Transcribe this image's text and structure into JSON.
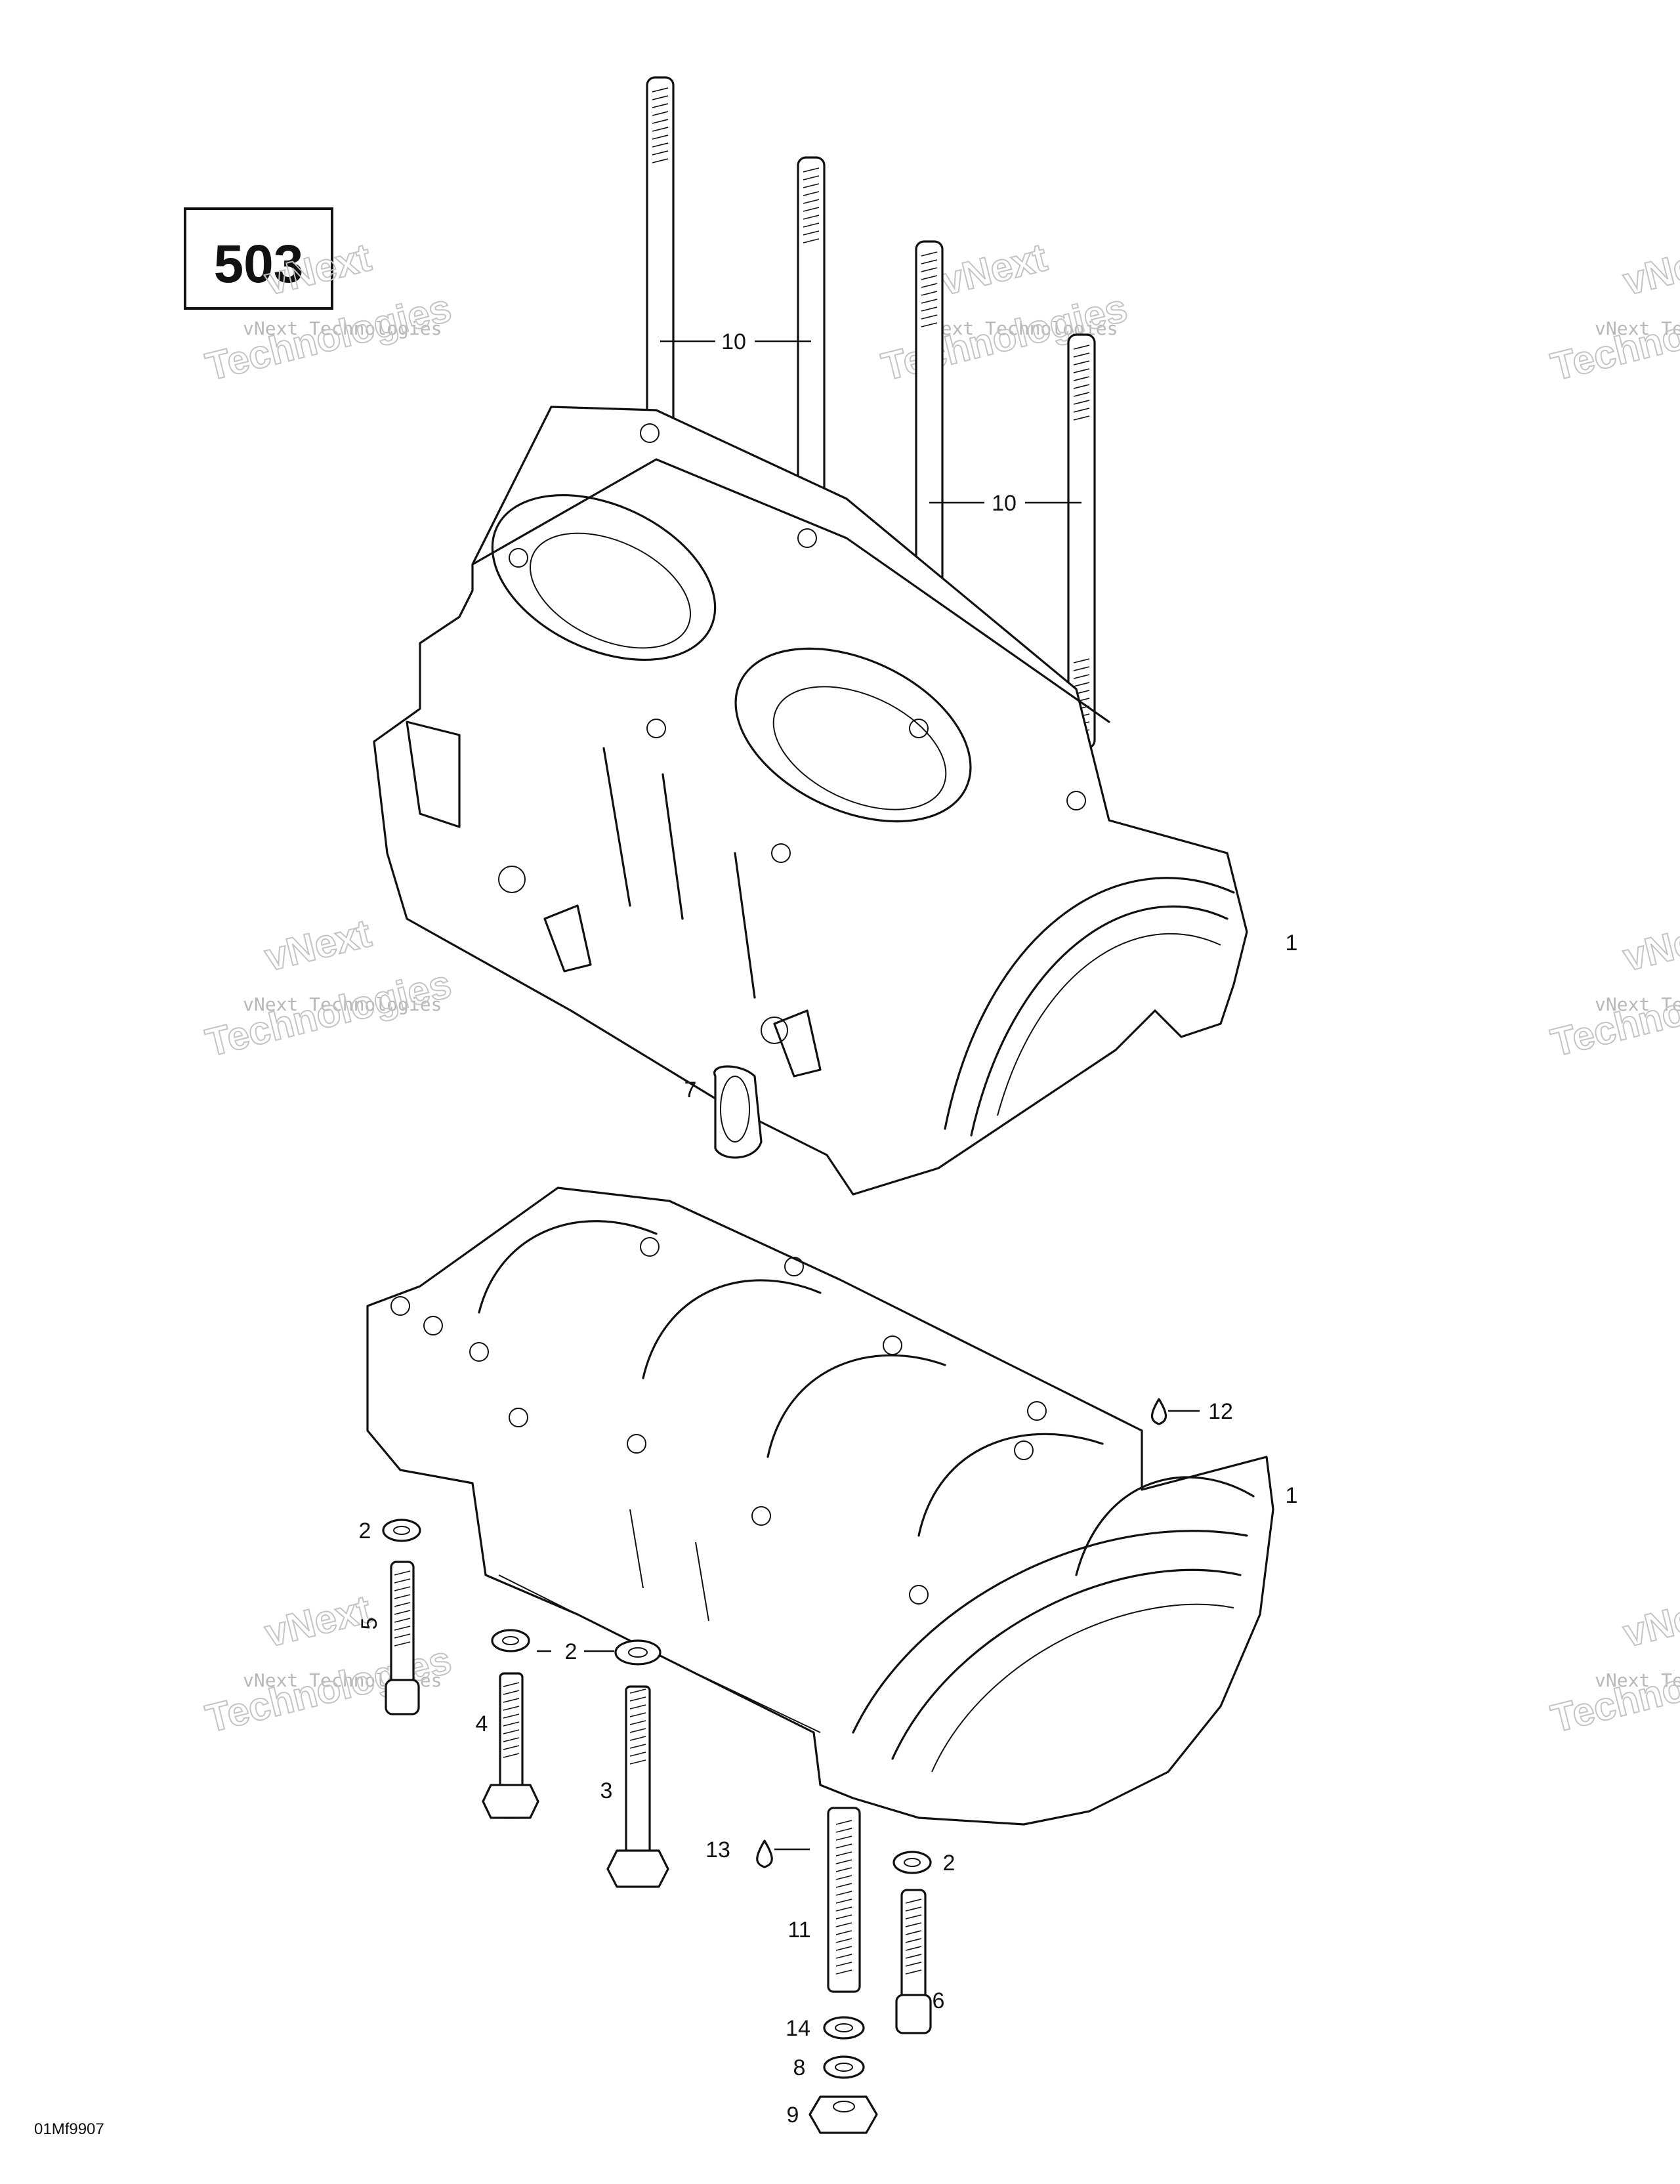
{
  "diagram_code": "503",
  "footer_code": "01Mf9907",
  "watermark": {
    "line1": "vNext",
    "line2": "vNext Technologies",
    "line3": "Technologies"
  },
  "callouts": {
    "c10a": "10",
    "c10b": "10",
    "c1_top": "1",
    "c7": "7",
    "c12": "12",
    "c1_bottom": "1",
    "c2_left": "2",
    "c5": "5",
    "c2_mid": "2",
    "c4": "4",
    "c3": "3",
    "c13": "13",
    "c2_right": "2",
    "c11": "11",
    "c14": "14",
    "c6": "6",
    "c8": "8",
    "c9": "9"
  }
}
